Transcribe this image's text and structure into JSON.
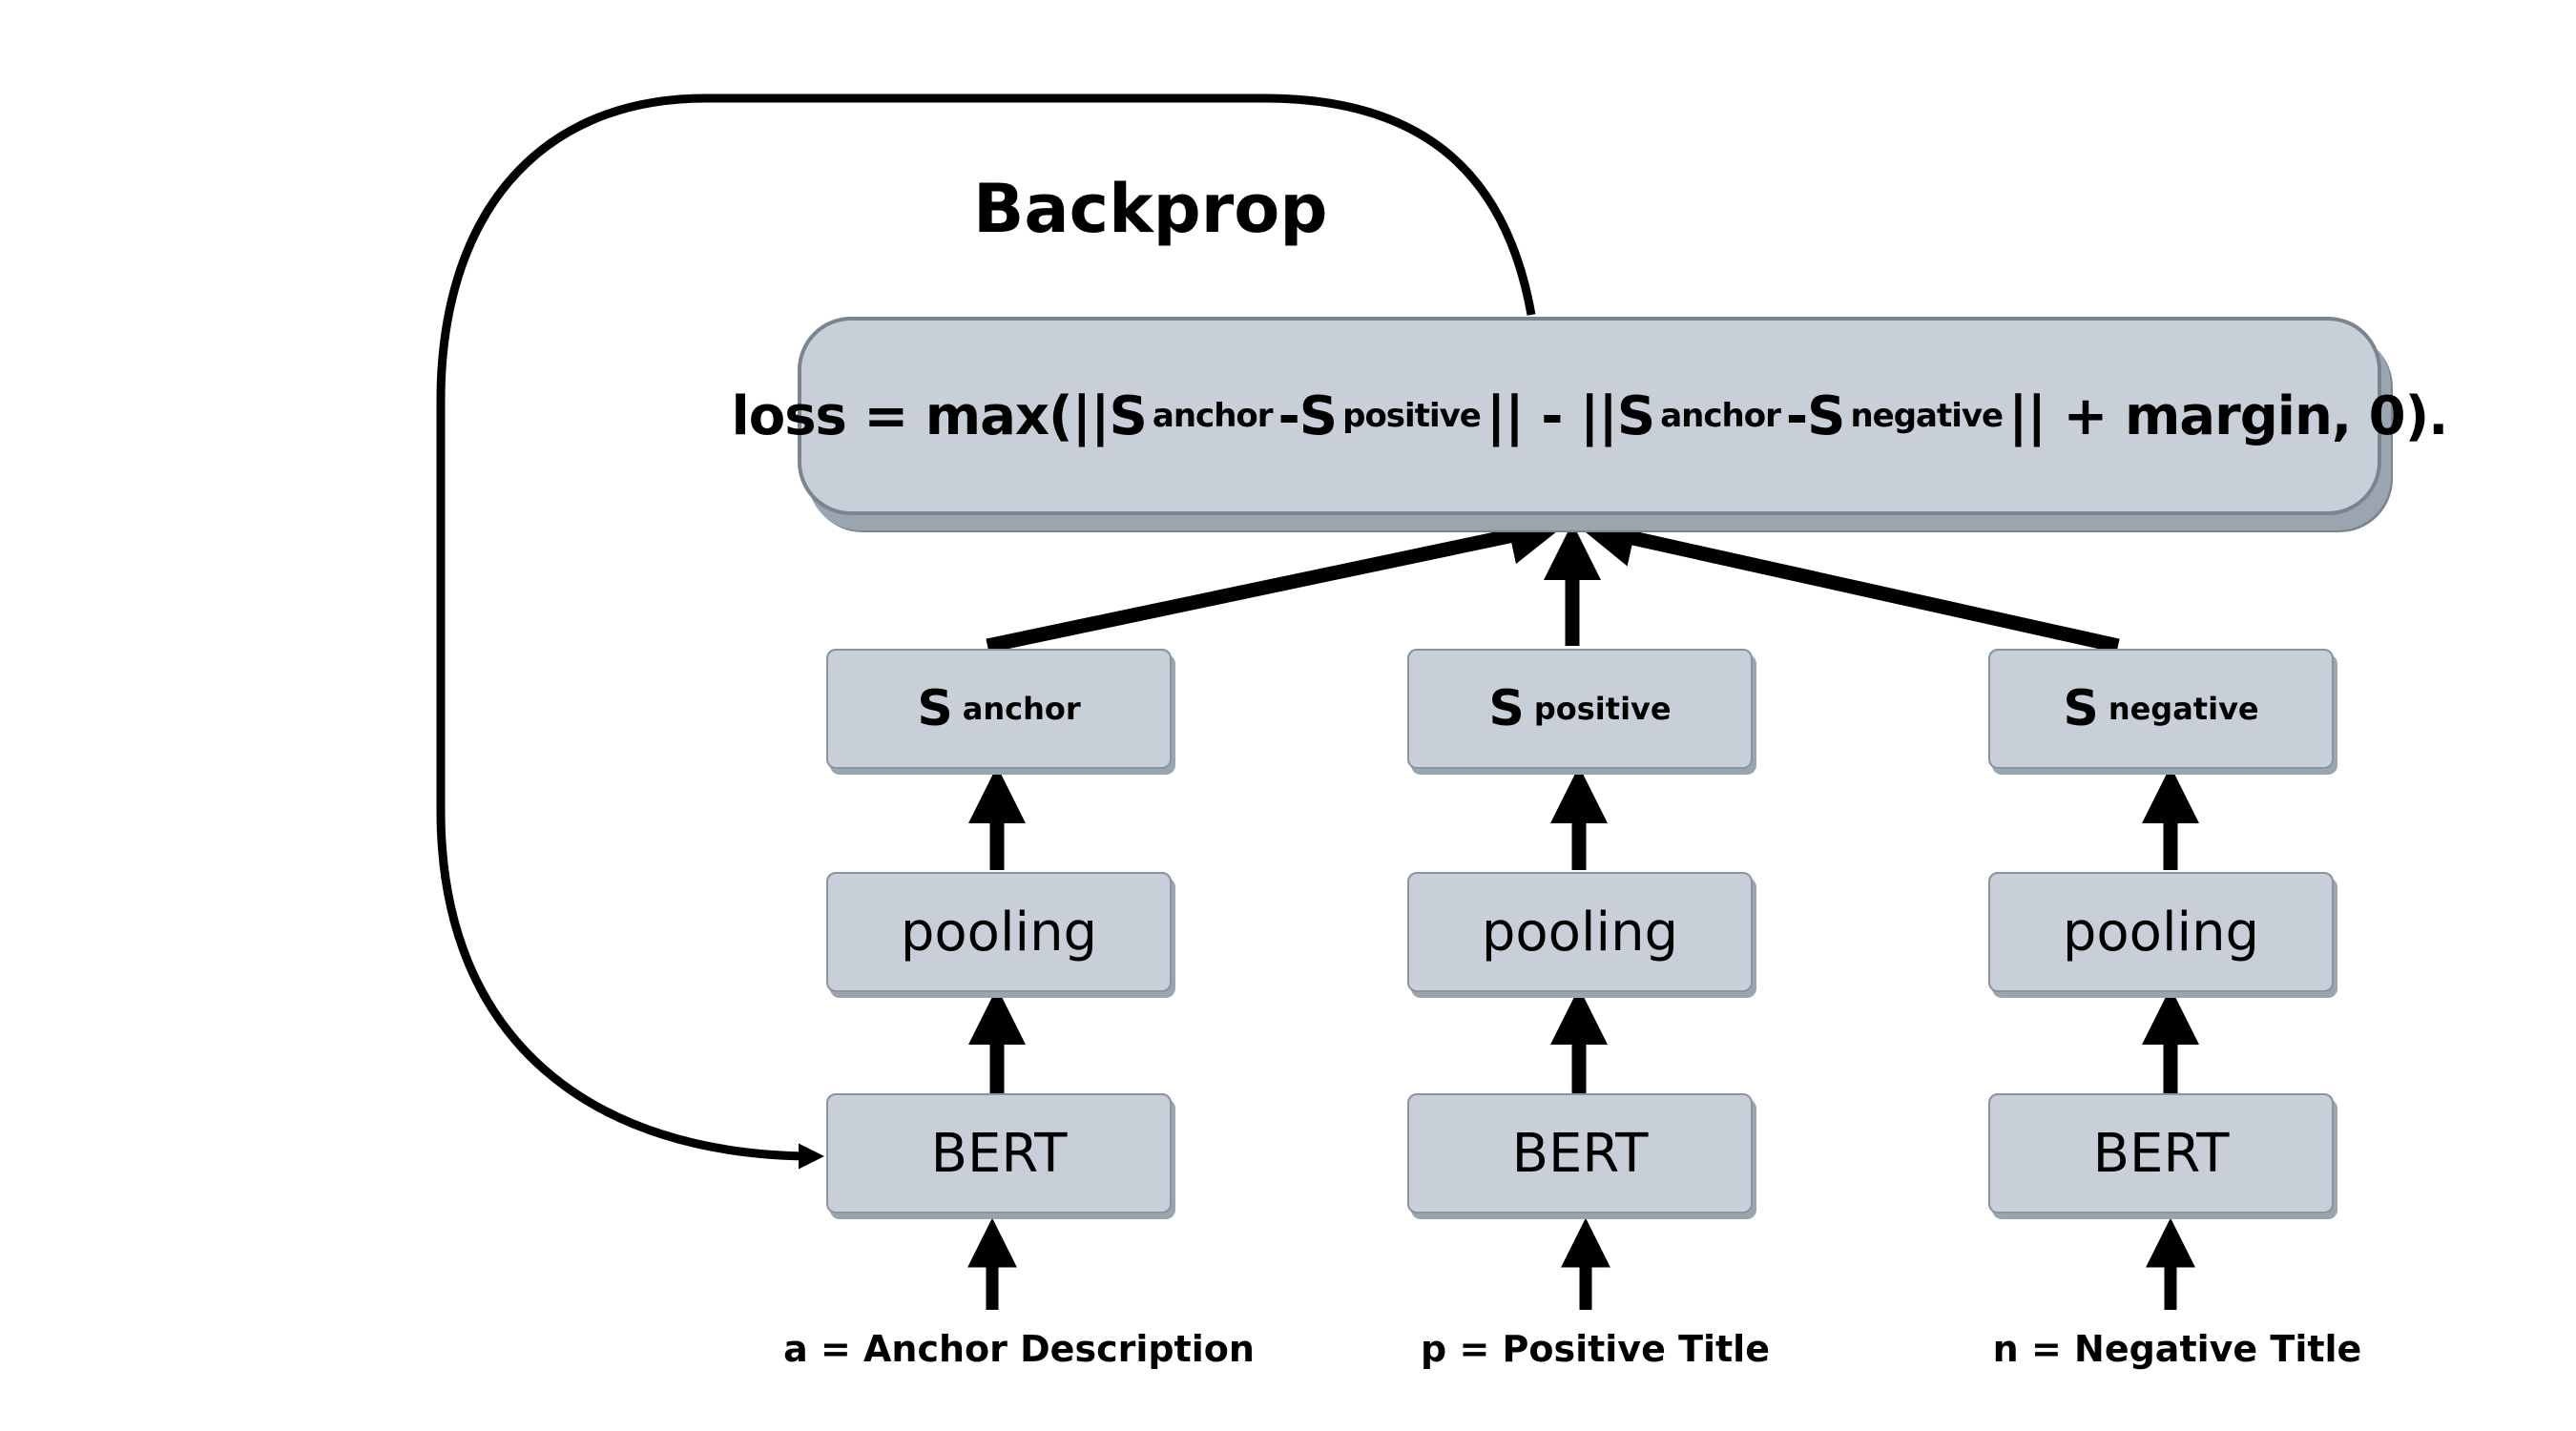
{
  "title": "Backprop",
  "formula": {
    "prefix": "loss = max(||S",
    "sub1": "anchor",
    "part2": "-S",
    "sub2": "positive",
    "part3": "|| - ||S",
    "sub3": "anchor",
    "part4": "-S",
    "sub4": "negative",
    "suffix": "|| + margin, 0)."
  },
  "columns": [
    {
      "s_main": "S",
      "s_sub": "anchor",
      "pooling": "pooling",
      "encoder": "BERT",
      "input_label": "a = Anchor  Description"
    },
    {
      "s_main": "S",
      "s_sub": "positive",
      "pooling": "pooling",
      "encoder": "BERT",
      "input_label": "p = Positive Title"
    },
    {
      "s_main": "S",
      "s_sub": "negative",
      "pooling": "pooling",
      "encoder": "BERT",
      "input_label": "n = Negative Title"
    }
  ],
  "colors": {
    "box_fill": "#c8cfd8",
    "box_border": "#7a8590",
    "arrow": "#000000"
  }
}
